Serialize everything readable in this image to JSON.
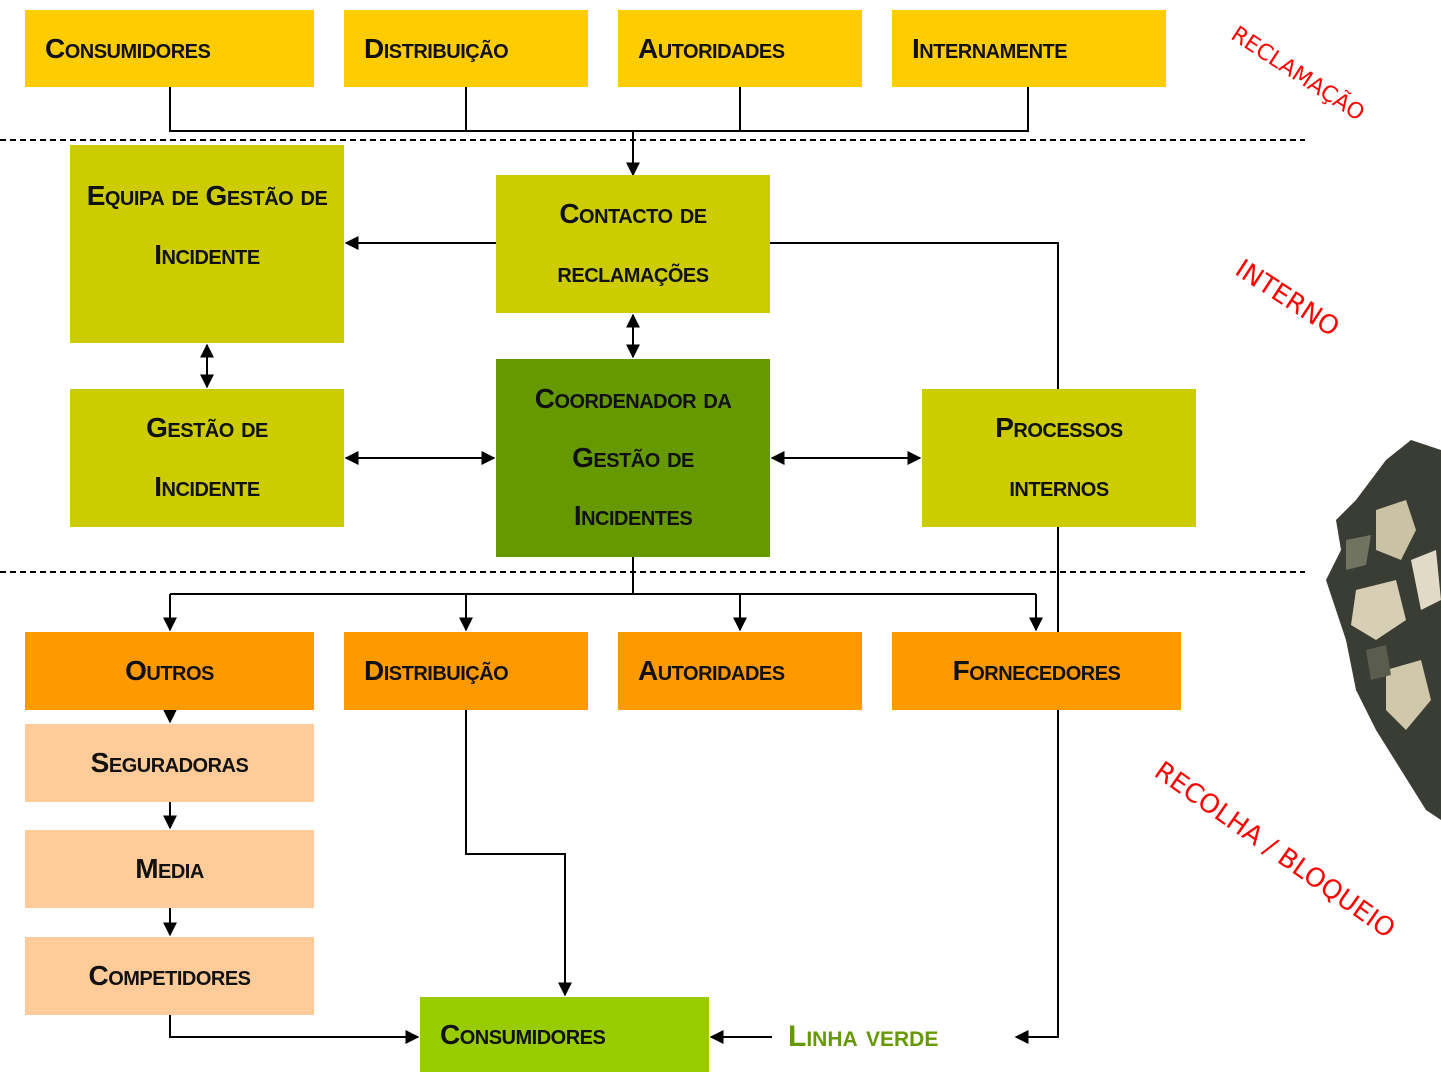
{
  "top_row": {
    "consumidores": "Consumidores",
    "distribuicao": "Distribuição",
    "autoridades": "Autoridades",
    "internamente": "Internamente"
  },
  "middle": {
    "equipa": "Equipa de Gestão de Incidente",
    "contacto": "Contacto de reclamações",
    "gestao": "Gestão de Incidente",
    "coordenador": "Coordenador da Gestão de Incidentes",
    "processos": "Processos internos"
  },
  "bottom_row": {
    "outros": "Outros",
    "distribuicao": "Distribuição",
    "autoridades": "Autoridades",
    "fornecedores": "Fornecedores"
  },
  "chain": {
    "seguradoras": "Seguradoras",
    "media": "Media",
    "competidores": "Competidores"
  },
  "final": {
    "consumidores": "Consumidores",
    "linha_verde": "Linha verde"
  },
  "side_labels": {
    "reclamacao": "RECLAMAÇÃO",
    "interno": "INTERNO",
    "recolha": "RECOLHA / BLOQUEIO"
  },
  "colors": {
    "yellow": "#ffcc00",
    "lime": "#cccc00",
    "dark_green": "#669900",
    "orange": "#ff9900",
    "peach": "#ffcc99",
    "bright_green": "#99cc00",
    "red_label": "#ff0000"
  }
}
